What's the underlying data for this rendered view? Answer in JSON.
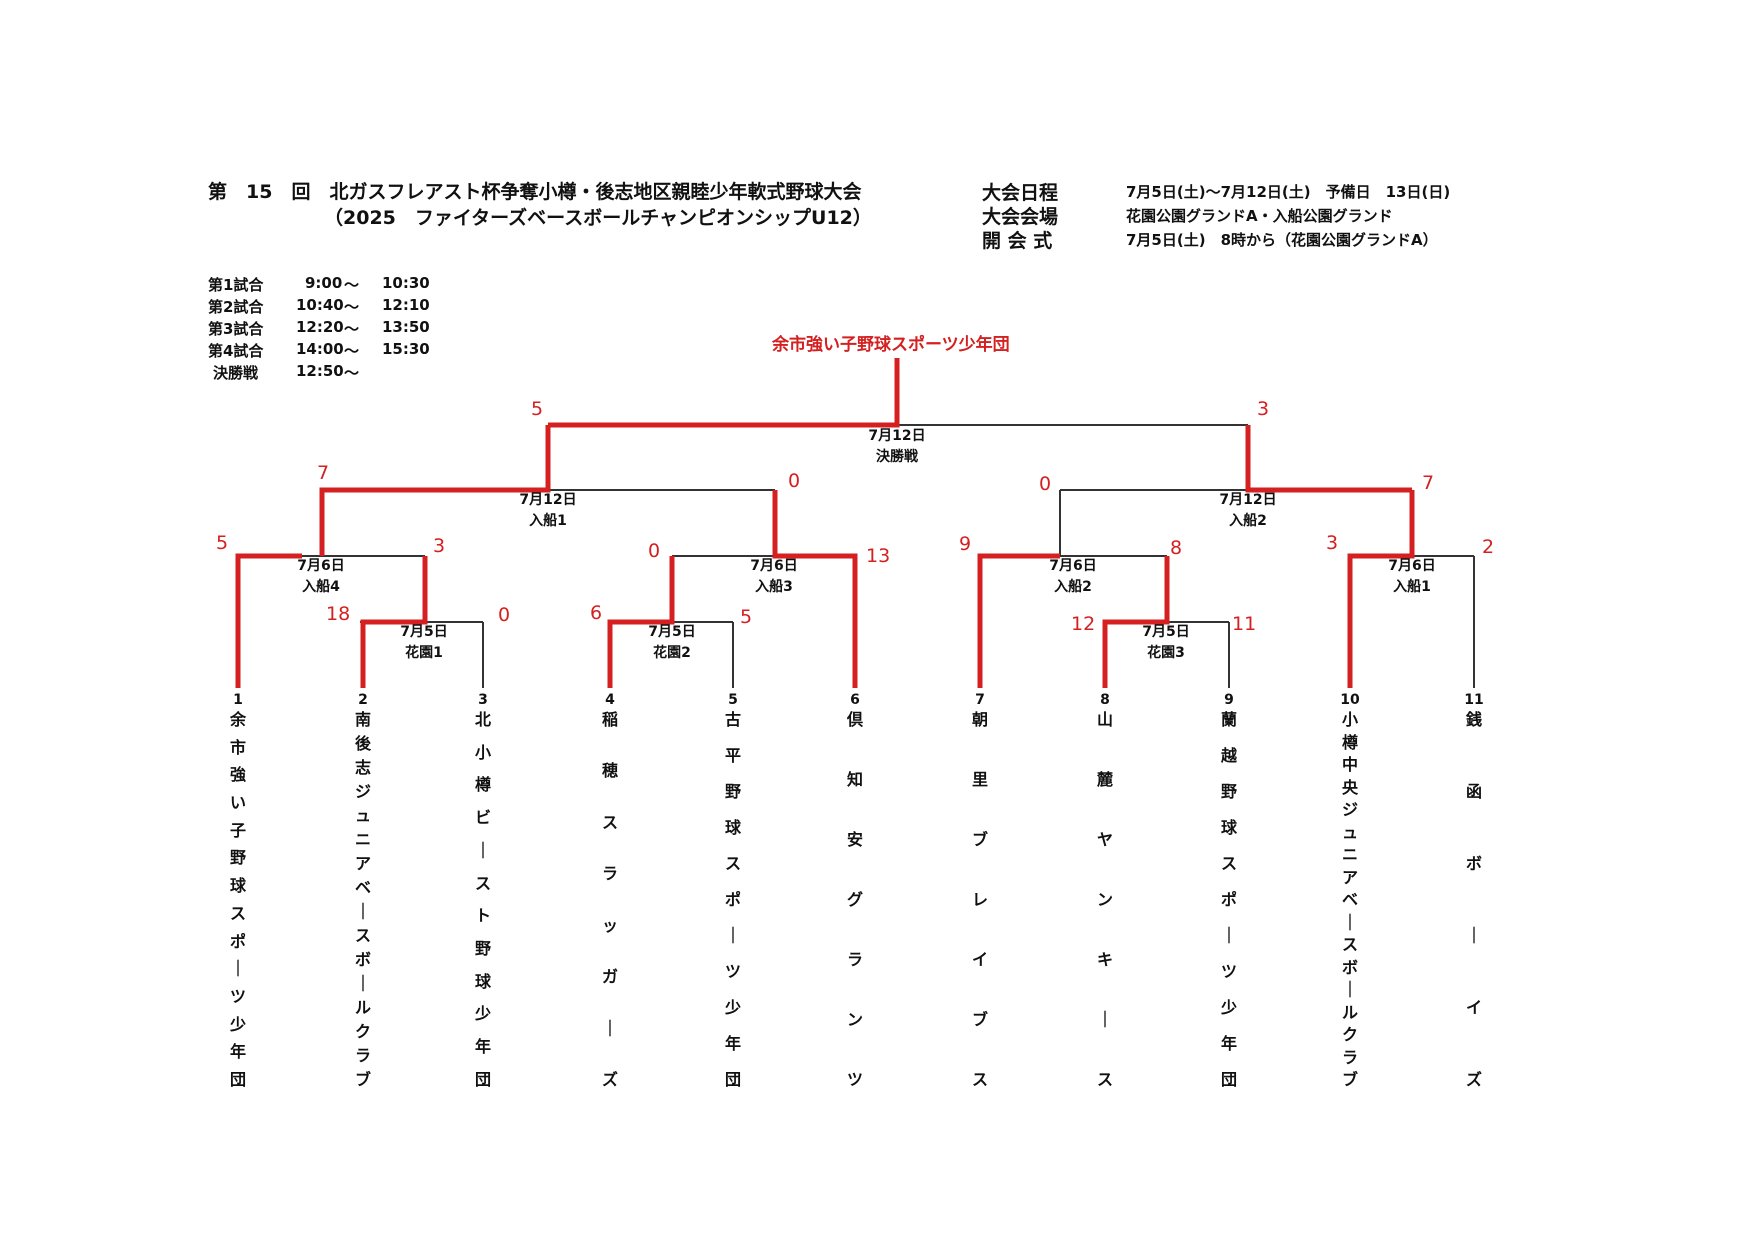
{
  "header": {
    "line1": "第　15　回　北ガスフレアスト杯争奪小樽・後志地区親睦少年軟式野球大会",
    "line2": "（2025　ファイターズベースボールチャンピオンシップU12）",
    "info": [
      {
        "label": "大会日程",
        "value": "7月5日(土)～7月12日(土)　予備日　13日(日)"
      },
      {
        "label": "大会会場",
        "value": "花園公園グランドA・入船公園グランド"
      },
      {
        "label": "開 会 式",
        "value": "7月5日(土)　8時から（花園公園グランドA）"
      }
    ]
  },
  "schedule": [
    {
      "name": "第1試合",
      "start": "9:00",
      "sep": "～",
      "end": "10:30"
    },
    {
      "name": "第2試合",
      "start": "10:40",
      "sep": "～",
      "end": "12:10"
    },
    {
      "name": "第3試合",
      "start": "12:20",
      "sep": "～",
      "end": "13:50"
    },
    {
      "name": "第4試合",
      "start": "14:00",
      "sep": "～",
      "end": "15:30"
    },
    {
      "name": "決勝戦",
      "start": "12:50",
      "sep": "～",
      "end": ""
    }
  ],
  "champion": "余市強い子野球スポーツ少年団",
  "colors": {
    "accent": "#d42020",
    "line": "#333333"
  },
  "teams": [
    {
      "num": "1",
      "name": "余市強い子野球スポーツ少年団"
    },
    {
      "num": "2",
      "name": "南後志ジュニアベースボールクラブ"
    },
    {
      "num": "3",
      "name": "北小樽ビースト野球少年団"
    },
    {
      "num": "4",
      "name": "稲穂スラッガーズ"
    },
    {
      "num": "5",
      "name": "古平野球スポーツ少年団"
    },
    {
      "num": "6",
      "name": "倶知安グランツ"
    },
    {
      "num": "7",
      "name": "朝里ブレイブス"
    },
    {
      "num": "8",
      "name": "山麓ヤンキース"
    },
    {
      "num": "9",
      "name": "蘭越野球スポーツ少年団"
    },
    {
      "num": "10",
      "name": "小樽中央ジュニアベースボールクラブ"
    },
    {
      "num": "11",
      "name": "銭函ボーイズ"
    }
  ],
  "matches": {
    "hanazono1": {
      "date": "7月5日",
      "venue": "花園1",
      "score_left": "18",
      "score_right": "0"
    },
    "hanazono2": {
      "date": "7月5日",
      "venue": "花園2",
      "score_left": "6",
      "score_right": "5"
    },
    "hanazono3": {
      "date": "7月5日",
      "venue": "花園3",
      "score_left": "12",
      "score_right": "11"
    },
    "irifune4": {
      "date": "7月6日",
      "venue": "入船4",
      "score_left": "5",
      "score_right": "3"
    },
    "irifune3": {
      "date": "7月6日",
      "venue": "入船3",
      "score_left": "0",
      "score_right": "13"
    },
    "irifune2": {
      "date": "7月6日",
      "venue": "入船2",
      "score_left": "9",
      "score_right": "8"
    },
    "irifune1": {
      "date": "7月6日",
      "venue": "入船1",
      "score_left": "3",
      "score_right": "2"
    },
    "semi1": {
      "date": "7月12日",
      "venue": "入船1",
      "score_left": "7",
      "score_right": "0"
    },
    "semi2": {
      "date": "7月12日",
      "venue": "入船2",
      "score_left": "0",
      "score_right": "7"
    },
    "final": {
      "date": "7月12日",
      "venue": "決勝戦",
      "score_left": "5",
      "score_right": "3"
    }
  }
}
